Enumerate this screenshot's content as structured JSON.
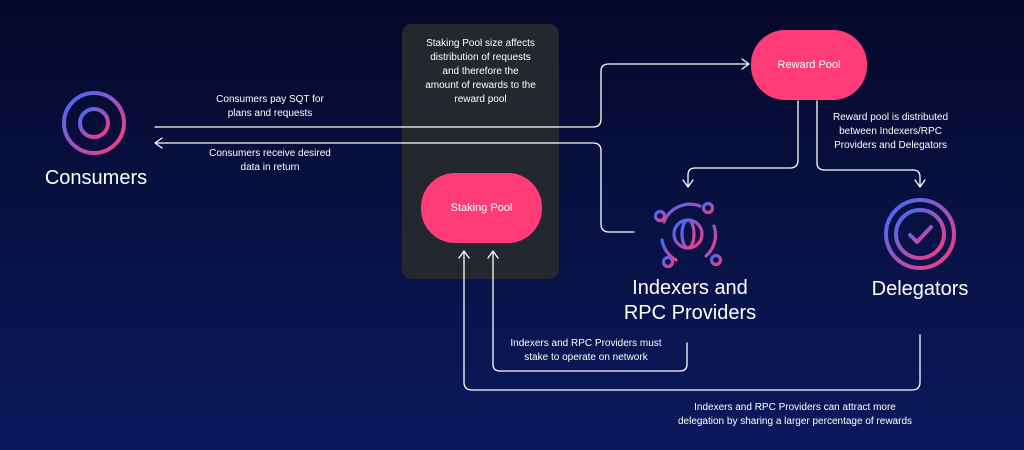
{
  "colors": {
    "background": "#07103d",
    "pill": "#ff3b78",
    "panel": "#23282f",
    "icon_gradient_start": "#3a6bff",
    "icon_gradient_end": "#ff3b78"
  },
  "nodes": {
    "consumers": {
      "label": "Consumers",
      "icon": "globe-icon"
    },
    "indexers": {
      "label_line1": "Indexers and",
      "label_line2": "RPC Providers",
      "icon": "network-globe-icon"
    },
    "delegators": {
      "label": "Delegators",
      "icon": "check-badge-icon"
    },
    "staking_pool": {
      "label": "Staking Pool"
    },
    "reward_pool": {
      "label": "Reward Pool"
    }
  },
  "annotations": {
    "staking_info": [
      "Staking Pool size affects",
      "distribution of requests",
      "and therefore the",
      "amount of rewards to the",
      "reward pool"
    ],
    "consumers_pay": [
      "Consumers pay SQT for",
      "plans and requests"
    ],
    "consumers_receive": [
      "Consumers receive desired",
      "data in return"
    ],
    "reward_distribution": [
      "Reward pool is distributed",
      "between Indexers/RPC",
      "Providers and Delegators"
    ],
    "indexers_stake": [
      "Indexers and RPC Providers must",
      "stake to operate on network"
    ],
    "delegation": [
      "Indexers and RPC Providers can attract more",
      "delegation by sharing a larger percentage of rewards"
    ]
  }
}
